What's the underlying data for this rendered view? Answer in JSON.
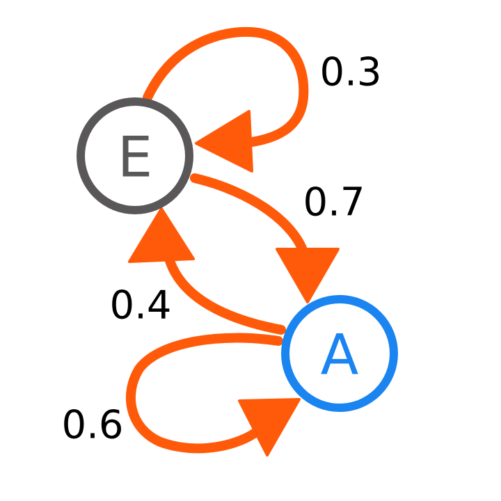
{
  "diagram": {
    "type": "markov-chain",
    "colors": {
      "edge": "#FF5A0A",
      "node_e": "#595757",
      "node_a": "#1A84F0",
      "label_text": "#000000"
    },
    "nodes": [
      {
        "id": "E",
        "label": "E"
      },
      {
        "id": "A",
        "label": "A"
      }
    ],
    "edges": [
      {
        "from": "E",
        "to": "E",
        "label": "0.3"
      },
      {
        "from": "E",
        "to": "A",
        "label": "0.7"
      },
      {
        "from": "A",
        "to": "E",
        "label": "0.4"
      },
      {
        "from": "A",
        "to": "A",
        "label": "0.6"
      }
    ]
  }
}
